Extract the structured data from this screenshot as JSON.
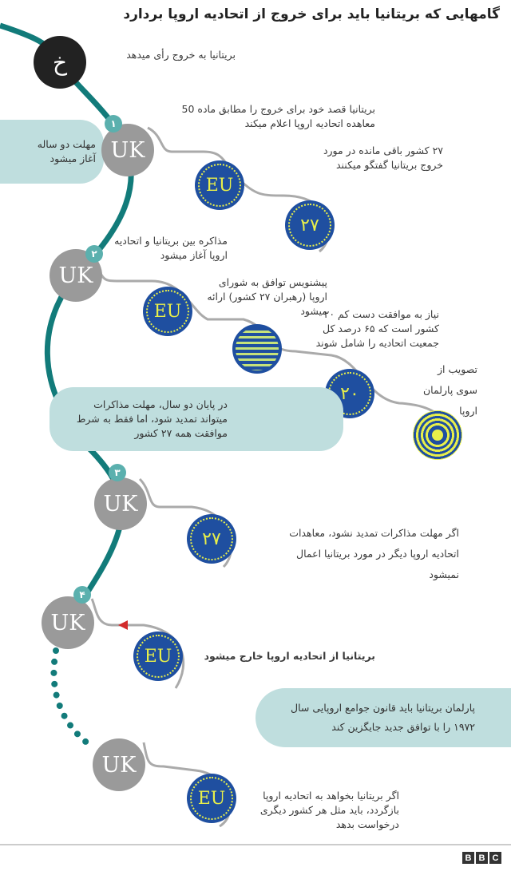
{
  "title": "گامهایی که بریتانیا باید برای خروج از اتحادیه اروپا بردارد",
  "colors": {
    "teal_line": "#127b7a",
    "badge": "#5bb0ae",
    "box": "#bfdede",
    "uk": "#9a9a9a",
    "eu_blue": "#1f4fa0",
    "eu_yellow": "#e8ef4a",
    "arrow_red": "#d22b2b"
  },
  "start": {
    "icon_letter": "خ",
    "text": "بریتانیا به خروج رأی میدهد"
  },
  "steps": {
    "s1": {
      "badge": "١",
      "uk": "UK",
      "note": "مهلت دو ساله آغاز میشود",
      "text1": "بریتانیا قصد خود برای خروج را مطابق ماده 50 معاهده اتحادیه اروپا اعلام میکند",
      "eu": "EU",
      "text2": "۲۷ کشور باقی مانده در مورد خروج بریتانیا گفتگو میکنند",
      "num27": "۲۷"
    },
    "s2": {
      "badge": "٢",
      "uk": "UK",
      "text1": "مذاکره بین بریتانیا و اتحادیه اروپا آغاز میشود",
      "eu": "EU",
      "text2": "پیشنویس توافق به شورای اروپا (رهبران ۲۷ کشور) ارائه میشود",
      "text3": "نیاز به موافقت دست کم ۲۰ کشور است که ۶۵ درصد کل جمعیت اتحادیه را شامل شوند",
      "num20": "۲۰",
      "text4": "تصویب از سوی پارلمان اروپا",
      "note": "در پایان دو سال، مهلت مذاکرات میتواند تمدید شود، اما فقط به شرط موافقت همه ۲۷ کشور"
    },
    "s3": {
      "badge": "٣",
      "uk": "UK",
      "num27": "۲۷",
      "text": "اگر مهلت مذاکرات تمدید نشود، معاهدات اتحادیه اروپا دیگر در مورد بریتانیا اعمال نمیشود"
    },
    "s4": {
      "badge": "۴",
      "uk": "UK",
      "eu": "EU",
      "text": "بریتانیا از اتحادیه اروپا خارج میشود",
      "note": "پارلمان بریتانیا باید قانون جوامع اروپایی سال ۱۹۷۲ را با توافق جدید جایگزین کند"
    },
    "s5": {
      "uk": "UK",
      "eu": "EU",
      "text": "اگر بریتانیا بخواهد به اتحادیه اروپا بازگردد، باید مثل هر کشور دیگری درخواست بدهد"
    }
  },
  "footer": {
    "logo": [
      "B",
      "B",
      "C"
    ]
  }
}
